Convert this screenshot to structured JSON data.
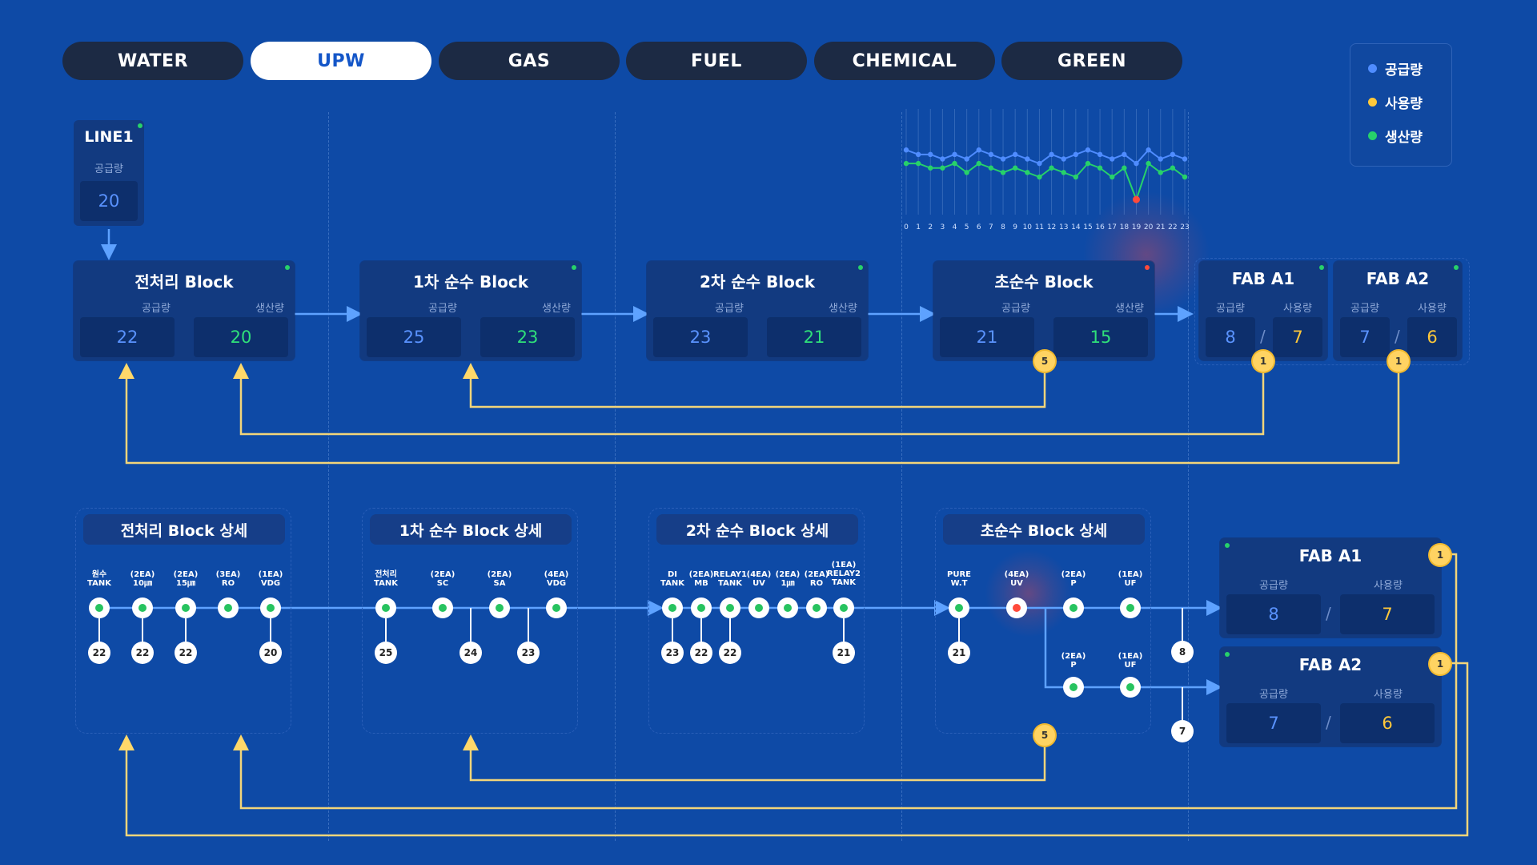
{
  "tabs": [
    {
      "label": "WATER",
      "active": false
    },
    {
      "label": "UPW",
      "active": true
    },
    {
      "label": "GAS",
      "active": false
    },
    {
      "label": "FUEL",
      "active": false
    },
    {
      "label": "CHEMICAL",
      "active": false
    },
    {
      "label": "GREEN",
      "active": false
    }
  ],
  "legend": {
    "items": [
      {
        "label": "공급량",
        "color": "#4f8cff"
      },
      {
        "label": "사용량",
        "color": "#ffc83a"
      },
      {
        "label": "생산량",
        "color": "#27d16a"
      }
    ]
  },
  "line1": {
    "title": "LINE1",
    "label": "공급량",
    "value": "20"
  },
  "blocks": [
    {
      "title": "전처리 Block",
      "supply_label": "공급량",
      "prod_label": "생산량",
      "supply": "22",
      "prod": "20",
      "status": "green"
    },
    {
      "title": "1차 순수 Block",
      "supply_label": "공급량",
      "prod_label": "생산량",
      "supply": "25",
      "prod": "23",
      "status": "green"
    },
    {
      "title": "2차 순수 Block",
      "supply_label": "공급량",
      "prod_label": "생산량",
      "supply": "23",
      "prod": "21",
      "status": "green"
    },
    {
      "title": "초순수 Block",
      "supply_label": "공급량",
      "prod_label": "생산량",
      "supply": "21",
      "prod": "15",
      "status": "red",
      "badge": "5"
    }
  ],
  "fabs_top": [
    {
      "title": "FAB A1",
      "supply_label": "공급량",
      "use_label": "사용량",
      "supply": "8",
      "use": "7",
      "badge": "1"
    },
    {
      "title": "FAB A2",
      "supply_label": "공급량",
      "use_label": "사용량",
      "supply": "7",
      "use": "6",
      "badge": "1"
    }
  ],
  "mini_chart": {
    "ticks": [
      "0",
      "1",
      "2",
      "3",
      "4",
      "5",
      "6",
      "7",
      "8",
      "9",
      "10",
      "11",
      "12",
      "13",
      "14",
      "15",
      "16",
      "17",
      "18",
      "19",
      "20",
      "21",
      "22",
      "23"
    ]
  },
  "chart_data": {
    "type": "line",
    "x": [
      0,
      1,
      2,
      3,
      4,
      5,
      6,
      7,
      8,
      9,
      10,
      11,
      12,
      13,
      14,
      15,
      16,
      17,
      18,
      19,
      20,
      21,
      22,
      23
    ],
    "series": [
      {
        "name": "공급량",
        "color": "#4f8cff",
        "values": [
          22,
          21,
          21,
          20,
          21,
          20,
          22,
          21,
          20,
          21,
          20,
          19,
          21,
          20,
          21,
          22,
          21,
          20,
          21,
          19,
          22,
          20,
          21,
          20
        ]
      },
      {
        "name": "생산량",
        "color": "#27d16a",
        "values": [
          19,
          19,
          18,
          18,
          19,
          17,
          19,
          18,
          17,
          18,
          17,
          16,
          18,
          17,
          16,
          19,
          18,
          16,
          18,
          11,
          19,
          17,
          18,
          16
        ]
      }
    ],
    "alert_point": {
      "x": 19,
      "value": 11,
      "color": "#ff4a3a"
    },
    "ylim": [
      8,
      24
    ],
    "grid": true
  },
  "details": [
    {
      "title": "전처리 Block 상세",
      "nodes": [
        {
          "label": "원수\nTANK",
          "value": "22"
        },
        {
          "label": "(2EA)\n10㎛",
          "value": "22"
        },
        {
          "label": "(2EA)\n15㎛",
          "value": "22"
        },
        {
          "label": "(3EA)\nRO",
          "value": ""
        },
        {
          "label": "(1EA)\nVDG",
          "value": "20"
        }
      ]
    },
    {
      "title": "1차 순수 Block 상세",
      "nodes": [
        {
          "label": "전처리\nTANK",
          "value": "25"
        },
        {
          "label": "(2EA)\nSC",
          "value": ""
        },
        {
          "label": "(2EA)\nSA",
          "value": ""
        },
        {
          "label": "(4EA)\nVDG",
          "value": ""
        }
      ],
      "mid_values": [
        "24",
        "23"
      ]
    },
    {
      "title": "2차 순수 Block 상세",
      "nodes": [
        {
          "label": "DI\nTANK",
          "value": "23"
        },
        {
          "label": "(2EA)\nMB",
          "value": "22"
        },
        {
          "label": "RELAY1\nTANK",
          "value": "22"
        },
        {
          "label": "(4EA)\nUV",
          "value": ""
        },
        {
          "label": "(2EA)\n1㎛",
          "value": ""
        },
        {
          "label": "(2EA)\nRO",
          "value": ""
        },
        {
          "label": "(1EA)\nRELAY2\nTANK",
          "value": "21"
        }
      ]
    },
    {
      "title": "초순수 Block 상세",
      "nodes": [
        {
          "label": "PURE\nW.T",
          "value": "21"
        },
        {
          "label": "(4EA)\nUV",
          "value": ""
        },
        {
          "label": "(2EA)\nP",
          "value": ""
        },
        {
          "label": "(1EA)\nUF",
          "value": ""
        },
        {
          "label": "(2EA)\nP",
          "value": ""
        },
        {
          "label": "(1EA)\nUF",
          "value": ""
        }
      ],
      "branch_values": [
        "8",
        "7"
      ],
      "badge": "5"
    }
  ],
  "fabs_detail": [
    {
      "title": "FAB A1",
      "supply_label": "공급량",
      "use_label": "사용량",
      "supply": "8",
      "use": "7",
      "badge": "1"
    },
    {
      "title": "FAB A2",
      "supply_label": "공급량",
      "use_label": "사용량",
      "supply": "7",
      "use": "6",
      "badge": "1"
    }
  ]
}
